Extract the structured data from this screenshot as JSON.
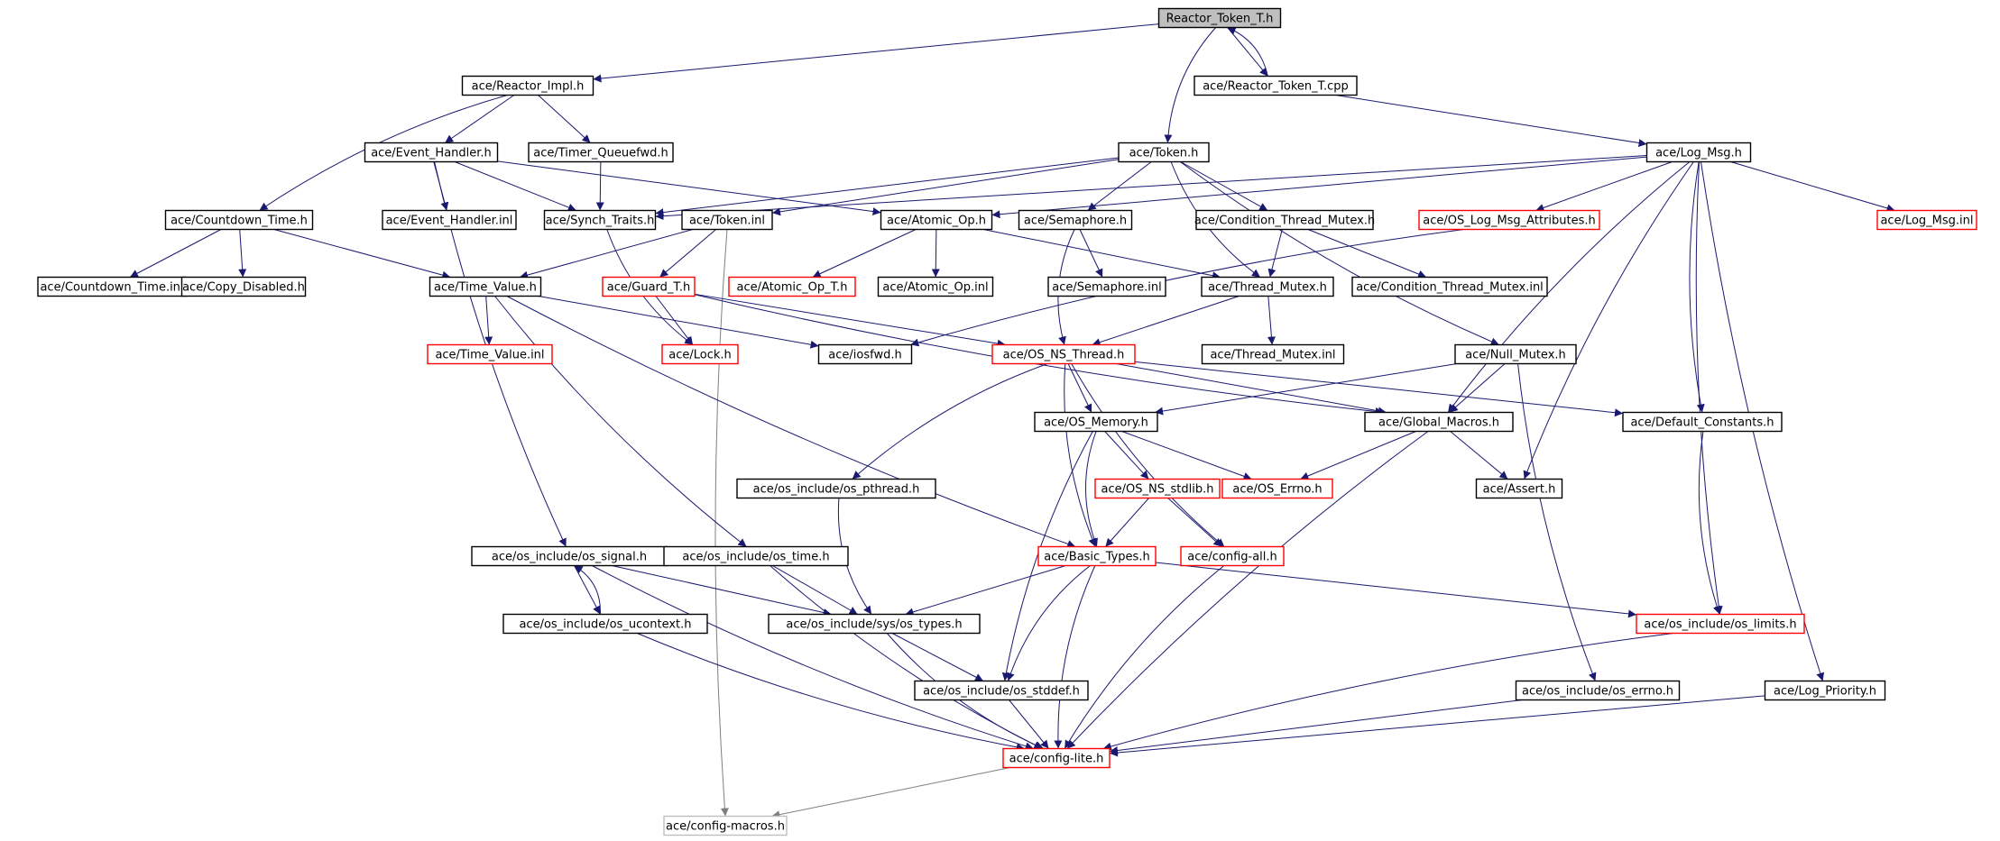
{
  "graph": {
    "nodes": [
      {
        "id": "reactor_token_t_h",
        "label": "Reactor_Token_T.h",
        "style": "root"
      },
      {
        "id": "reactor_impl_h",
        "label": "ace/Reactor_Impl.h",
        "style": "black"
      },
      {
        "id": "reactor_token_t_cpp",
        "label": "ace/Reactor_Token_T.cpp",
        "style": "black"
      },
      {
        "id": "event_handler_h",
        "label": "ace/Event_Handler.h",
        "style": "black"
      },
      {
        "id": "timer_queuefwd_h",
        "label": "ace/Timer_Queuefwd.h",
        "style": "black"
      },
      {
        "id": "token_h",
        "label": "ace/Token.h",
        "style": "black"
      },
      {
        "id": "log_msg_h",
        "label": "ace/Log_Msg.h",
        "style": "black"
      },
      {
        "id": "countdown_time_h",
        "label": "ace/Countdown_Time.h",
        "style": "black"
      },
      {
        "id": "event_handler_inl",
        "label": "ace/Event_Handler.inl",
        "style": "black"
      },
      {
        "id": "synch_traits_h",
        "label": "ace/Synch_Traits.h",
        "style": "black"
      },
      {
        "id": "token_inl",
        "label": "ace/Token.inl",
        "style": "black"
      },
      {
        "id": "atomic_op_h",
        "label": "ace/Atomic_Op.h",
        "style": "black"
      },
      {
        "id": "semaphore_h",
        "label": "ace/Semaphore.h",
        "style": "black"
      },
      {
        "id": "condition_thread_mutex_h",
        "label": "ace/Condition_Thread_Mutex.h",
        "style": "black"
      },
      {
        "id": "os_log_msg_attributes_h",
        "label": "ace/OS_Log_Msg_Attributes.h",
        "style": "red"
      },
      {
        "id": "log_msg_inl",
        "label": "ace/Log_Msg.inl",
        "style": "red"
      },
      {
        "id": "countdown_time_inl",
        "label": "ace/Countdown_Time.inl",
        "style": "black"
      },
      {
        "id": "copy_disabled_h",
        "label": "ace/Copy_Disabled.h",
        "style": "black"
      },
      {
        "id": "time_value_h",
        "label": "ace/Time_Value.h",
        "style": "black"
      },
      {
        "id": "guard_t_h",
        "label": "ace/Guard_T.h",
        "style": "red"
      },
      {
        "id": "atomic_op_t_h",
        "label": "ace/Atomic_Op_T.h",
        "style": "red"
      },
      {
        "id": "atomic_op_inl",
        "label": "ace/Atomic_Op.inl",
        "style": "black"
      },
      {
        "id": "semaphore_inl",
        "label": "ace/Semaphore.inl",
        "style": "black"
      },
      {
        "id": "thread_mutex_h",
        "label": "ace/Thread_Mutex.h",
        "style": "black"
      },
      {
        "id": "condition_thread_mutex_inl",
        "label": "ace/Condition_Thread_Mutex.inl",
        "style": "black"
      },
      {
        "id": "time_value_inl",
        "label": "ace/Time_Value.inl",
        "style": "red"
      },
      {
        "id": "lock_h",
        "label": "ace/Lock.h",
        "style": "red"
      },
      {
        "id": "iosfwd_h",
        "label": "ace/iosfwd.h",
        "style": "black"
      },
      {
        "id": "os_ns_thread_h",
        "label": "ace/OS_NS_Thread.h",
        "style": "red"
      },
      {
        "id": "thread_mutex_inl",
        "label": "ace/Thread_Mutex.inl",
        "style": "black"
      },
      {
        "id": "null_mutex_h",
        "label": "ace/Null_Mutex.h",
        "style": "black"
      },
      {
        "id": "os_memory_h",
        "label": "ace/OS_Memory.h",
        "style": "black"
      },
      {
        "id": "global_macros_h",
        "label": "ace/Global_Macros.h",
        "style": "black"
      },
      {
        "id": "default_constants_h",
        "label": "ace/Default_Constants.h",
        "style": "black"
      },
      {
        "id": "os_pthread_h",
        "label": "ace/os_include/os_pthread.h",
        "style": "black"
      },
      {
        "id": "os_ns_stdlib_h",
        "label": "ace/OS_NS_stdlib.h",
        "style": "red"
      },
      {
        "id": "os_errno_h",
        "label": "ace/OS_Errno.h",
        "style": "red"
      },
      {
        "id": "assert_h",
        "label": "ace/Assert.h",
        "style": "black"
      },
      {
        "id": "os_signal_h",
        "label": "ace/os_include/os_signal.h",
        "style": "black"
      },
      {
        "id": "os_time_h",
        "label": "ace/os_include/os_time.h",
        "style": "black"
      },
      {
        "id": "basic_types_h",
        "label": "ace/Basic_Types.h",
        "style": "red"
      },
      {
        "id": "config_all_h",
        "label": "ace/config-all.h",
        "style": "red"
      },
      {
        "id": "os_ucontext_h",
        "label": "ace/os_include/os_ucontext.h",
        "style": "black"
      },
      {
        "id": "os_types_h",
        "label": "ace/os_include/sys/os_types.h",
        "style": "black"
      },
      {
        "id": "os_limits_h",
        "label": "ace/os_include/os_limits.h",
        "style": "red"
      },
      {
        "id": "os_stddef_h",
        "label": "ace/os_include/os_stddef.h",
        "style": "black"
      },
      {
        "id": "os_errno_inc_h",
        "label": "ace/os_include/os_errno.h",
        "style": "black"
      },
      {
        "id": "log_priority_h",
        "label": "ace/Log_Priority.h",
        "style": "black"
      },
      {
        "id": "config_lite_h",
        "label": "ace/config-lite.h",
        "style": "red"
      },
      {
        "id": "config_macros_h",
        "label": "ace/config-macros.h",
        "style": "gray"
      }
    ],
    "edges": [
      [
        "reactor_token_t_h",
        "reactor_impl_h"
      ],
      [
        "reactor_token_t_h",
        "reactor_token_t_cpp"
      ],
      [
        "reactor_token_t_cpp",
        "reactor_token_t_h"
      ],
      [
        "reactor_token_t_h",
        "token_h"
      ],
      [
        "reactor_token_t_cpp",
        "log_msg_h"
      ],
      [
        "reactor_impl_h",
        "event_handler_h"
      ],
      [
        "reactor_impl_h",
        "timer_queuefwd_h"
      ],
      [
        "reactor_impl_h",
        "countdown_time_h"
      ],
      [
        "event_handler_h",
        "event_handler_inl"
      ],
      [
        "event_handler_h",
        "synch_traits_h"
      ],
      [
        "event_handler_h",
        "atomic_op_h"
      ],
      [
        "event_handler_h",
        "os_signal_h"
      ],
      [
        "timer_queuefwd_h",
        "synch_traits_h"
      ],
      [
        "token_h",
        "synch_traits_h"
      ],
      [
        "token_h",
        "token_inl"
      ],
      [
        "token_h",
        "semaphore_h"
      ],
      [
        "token_h",
        "condition_thread_mutex_h"
      ],
      [
        "token_h",
        "thread_mutex_h"
      ],
      [
        "token_h",
        "null_mutex_h"
      ],
      [
        "log_msg_h",
        "synch_traits_h"
      ],
      [
        "log_msg_h",
        "atomic_op_h"
      ],
      [
        "log_msg_h",
        "os_log_msg_attributes_h"
      ],
      [
        "log_msg_h",
        "log_msg_inl"
      ],
      [
        "log_msg_h",
        "global_macros_h"
      ],
      [
        "log_msg_h",
        "assert_h"
      ],
      [
        "log_msg_h",
        "default_constants_h"
      ],
      [
        "log_msg_h",
        "os_limits_h"
      ],
      [
        "log_msg_h",
        "log_priority_h"
      ],
      [
        "countdown_time_h",
        "countdown_time_inl"
      ],
      [
        "countdown_time_h",
        "copy_disabled_h"
      ],
      [
        "countdown_time_h",
        "time_value_h"
      ],
      [
        "synch_traits_h",
        "lock_h"
      ],
      [
        "token_inl",
        "time_value_h"
      ],
      [
        "token_inl",
        "guard_t_h"
      ],
      [
        "token_inl",
        "config_macros_h"
      ],
      [
        "atomic_op_h",
        "atomic_op_t_h"
      ],
      [
        "atomic_op_h",
        "atomic_op_inl"
      ],
      [
        "atomic_op_h",
        "thread_mutex_h"
      ],
      [
        "semaphore_h",
        "semaphore_inl"
      ],
      [
        "semaphore_h",
        "os_ns_thread_h"
      ],
      [
        "condition_thread_mutex_h",
        "thread_mutex_h"
      ],
      [
        "condition_thread_mutex_h",
        "condition_thread_mutex_inl"
      ],
      [
        "os_log_msg_attributes_h",
        "iosfwd_h"
      ],
      [
        "time_value_h",
        "time_value_inl"
      ],
      [
        "time_value_h",
        "iosfwd_h"
      ],
      [
        "time_value_h",
        "os_time_h"
      ],
      [
        "time_value_h",
        "basic_types_h"
      ],
      [
        "guard_t_h",
        "lock_h"
      ],
      [
        "guard_t_h",
        "os_ns_thread_h"
      ],
      [
        "guard_t_h",
        "global_macros_h"
      ],
      [
        "thread_mutex_h",
        "os_ns_thread_h"
      ],
      [
        "thread_mutex_h",
        "thread_mutex_inl"
      ],
      [
        "os_ns_thread_h",
        "os_memory_h"
      ],
      [
        "os_ns_thread_h",
        "global_macros_h"
      ],
      [
        "os_ns_thread_h",
        "default_constants_h"
      ],
      [
        "os_ns_thread_h",
        "os_pthread_h"
      ],
      [
        "os_ns_thread_h",
        "basic_types_h"
      ],
      [
        "os_ns_thread_h",
        "config_all_h"
      ],
      [
        "null_mutex_h",
        "os_memory_h"
      ],
      [
        "null_mutex_h",
        "global_macros_h"
      ],
      [
        "null_mutex_h",
        "os_errno_inc_h"
      ],
      [
        "os_memory_h",
        "os_ns_stdlib_h"
      ],
      [
        "os_memory_h",
        "os_errno_h"
      ],
      [
        "os_memory_h",
        "basic_types_h"
      ],
      [
        "os_memory_h",
        "os_stddef_h"
      ],
      [
        "global_macros_h",
        "os_errno_h"
      ],
      [
        "global_macros_h",
        "assert_h"
      ],
      [
        "global_macros_h",
        "config_lite_h"
      ],
      [
        "default_constants_h",
        "os_limits_h"
      ],
      [
        "os_pthread_h",
        "os_types_h"
      ],
      [
        "os_ns_stdlib_h",
        "basic_types_h"
      ],
      [
        "os_ns_stdlib_h",
        "config_all_h"
      ],
      [
        "os_signal_h",
        "os_ucontext_h"
      ],
      [
        "os_ucontext_h",
        "os_signal_h"
      ],
      [
        "os_signal_h",
        "os_types_h"
      ],
      [
        "os_signal_h",
        "config_lite_h"
      ],
      [
        "os_time_h",
        "os_types_h"
      ],
      [
        "os_time_h",
        "config_lite_h"
      ],
      [
        "basic_types_h",
        "os_types_h"
      ],
      [
        "basic_types_h",
        "os_stddef_h"
      ],
      [
        "basic_types_h",
        "config_lite_h"
      ],
      [
        "basic_types_h",
        "os_limits_h"
      ],
      [
        "config_all_h",
        "config_lite_h"
      ],
      [
        "os_ucontext_h",
        "config_lite_h"
      ],
      [
        "os_types_h",
        "os_stddef_h"
      ],
      [
        "os_types_h",
        "config_lite_h"
      ],
      [
        "os_limits_h",
        "config_lite_h"
      ],
      [
        "os_stddef_h",
        "config_lite_h"
      ],
      [
        "os_errno_inc_h",
        "config_lite_h"
      ],
      [
        "log_priority_h",
        "config_lite_h"
      ],
      [
        "config_lite_h",
        "config_macros_h"
      ]
    ]
  }
}
